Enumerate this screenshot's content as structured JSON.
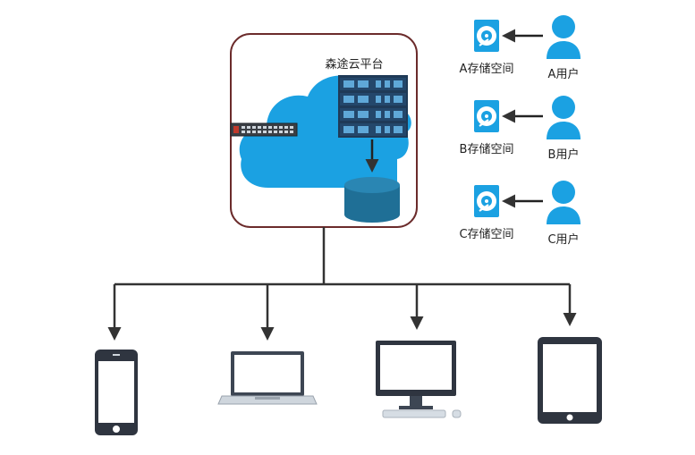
{
  "cloud_platform": {
    "title": "森途云平台"
  },
  "storage_spaces": [
    {
      "label": "A存储空间",
      "user": "A用户"
    },
    {
      "label": "B存储空间",
      "user": "B用户"
    },
    {
      "label": "C存储空间",
      "user": "C用户"
    }
  ],
  "devices": [
    "phone-icon",
    "laptop-icon",
    "desktop-monitor-icon",
    "tablet-icon"
  ],
  "colors": {
    "cloud": "#1ba1e2",
    "platform_border": "#6b2b2b",
    "database": "#1f6f96",
    "server": "#1f3a57",
    "user": "#1ba1e2",
    "lines": "#333333",
    "device": "#2f3540"
  }
}
